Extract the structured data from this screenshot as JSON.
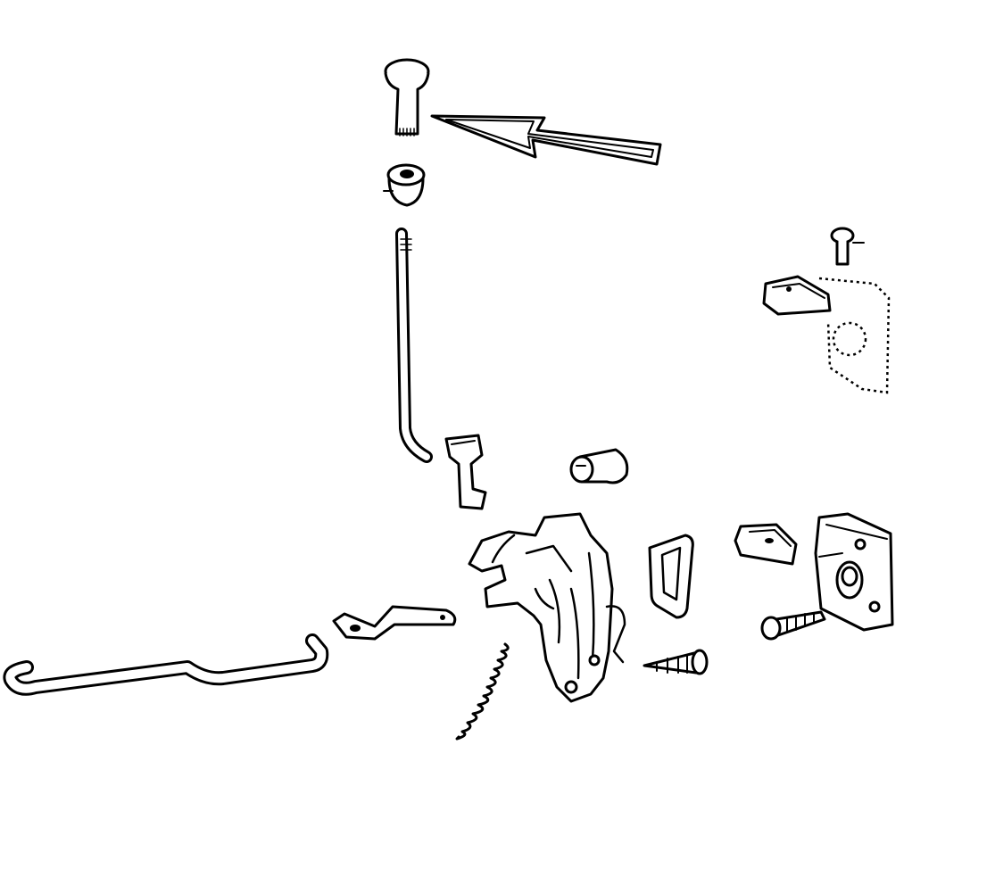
{
  "diagram": {
    "type": "exploded-parts-drawing",
    "colors": {
      "line": "#000000",
      "background": "#ffffff"
    },
    "parts": [
      {
        "id": "lock-knob",
        "highlighted": true
      },
      {
        "id": "grommet"
      },
      {
        "id": "lock-rod"
      },
      {
        "id": "rod-clip"
      },
      {
        "id": "bushing"
      },
      {
        "id": "latch-assembly"
      },
      {
        "id": "gasket-frame"
      },
      {
        "id": "wedge-block"
      },
      {
        "id": "striker-plate"
      },
      {
        "id": "striker-screw"
      },
      {
        "id": "latch-screw"
      },
      {
        "id": "spring"
      },
      {
        "id": "bell-crank-lever"
      },
      {
        "id": "handle-rod"
      },
      {
        "id": "upper-striker-bracket"
      },
      {
        "id": "bracket-screw"
      }
    ]
  }
}
